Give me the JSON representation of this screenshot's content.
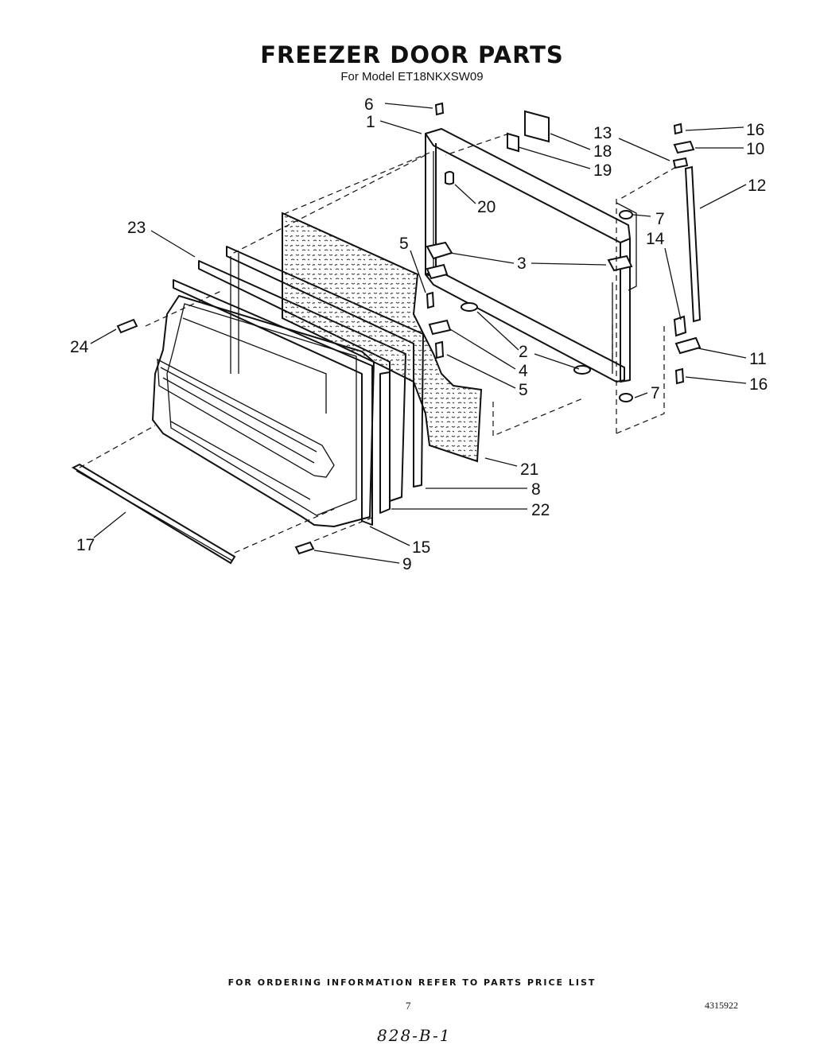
{
  "header": {
    "title": "FREEZER DOOR PARTS",
    "subtitle": "For Model ET18NKXSW09"
  },
  "callouts": [
    {
      "id": "6",
      "label": "6"
    },
    {
      "id": "1",
      "label": "1"
    },
    {
      "id": "13",
      "label": "13"
    },
    {
      "id": "16a",
      "label": "16"
    },
    {
      "id": "18",
      "label": "18"
    },
    {
      "id": "10",
      "label": "10"
    },
    {
      "id": "19",
      "label": "19"
    },
    {
      "id": "12",
      "label": "12"
    },
    {
      "id": "20",
      "label": "20"
    },
    {
      "id": "7a",
      "label": "7"
    },
    {
      "id": "23",
      "label": "23"
    },
    {
      "id": "14",
      "label": "14"
    },
    {
      "id": "5a",
      "label": "5"
    },
    {
      "id": "3",
      "label": "3"
    },
    {
      "id": "24",
      "label": "24"
    },
    {
      "id": "2",
      "label": "2"
    },
    {
      "id": "11",
      "label": "11"
    },
    {
      "id": "4",
      "label": "4"
    },
    {
      "id": "5b",
      "label": "5"
    },
    {
      "id": "16b",
      "label": "16"
    },
    {
      "id": "7b",
      "label": "7"
    },
    {
      "id": "21",
      "label": "21"
    },
    {
      "id": "8",
      "label": "8"
    },
    {
      "id": "22",
      "label": "22"
    },
    {
      "id": "17",
      "label": "17"
    },
    {
      "id": "15",
      "label": "15"
    },
    {
      "id": "9",
      "label": "9"
    }
  ],
  "footer": {
    "ordering_note": "FOR ORDERING INFORMATION REFER TO PARTS PRICE LIST",
    "page_number": "7",
    "document_number": "4315922",
    "handwritten_ref": "828-B-1"
  }
}
